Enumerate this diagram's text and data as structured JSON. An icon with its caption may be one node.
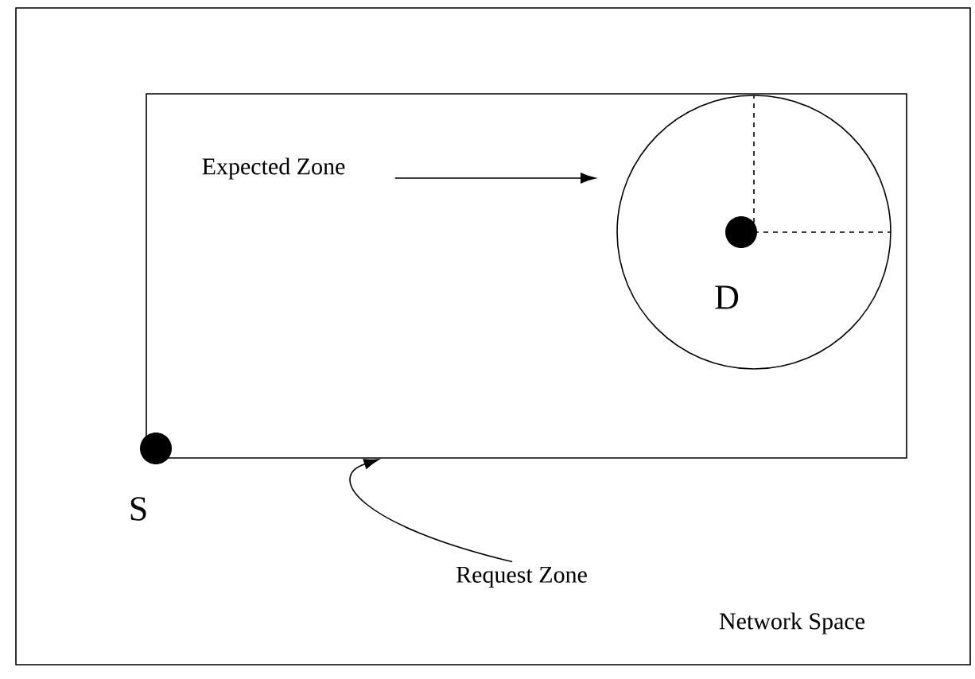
{
  "diagram": {
    "nodes": [
      {
        "text": [
          "Network Space"
        ]
      },
      {
        "text": [],
        "shape": "box",
        "in": 0
      },
      {
        "text": [],
        "shape": "circle",
        "in": 1
      },
      {
        "text": [],
        "shape": "circle",
        "in": 2,
        "beside": [
          "D"
        ]
      },
      {
        "text": [],
        "shape": "circle",
        "in": 0,
        "beside": [
          "S"
        ]
      },
      {
        "text": [
          "Expected Zone"
        ],
        "in": 1
      },
      {
        "text": [
          "Request Zone"
        ],
        "in": 0
      }
    ],
    "edges": [
      {
        "from": 5,
        "to": 2,
        "arrow": "to"
      },
      {
        "from": 6,
        "to": 1,
        "arrow": "to"
      }
    ]
  }
}
